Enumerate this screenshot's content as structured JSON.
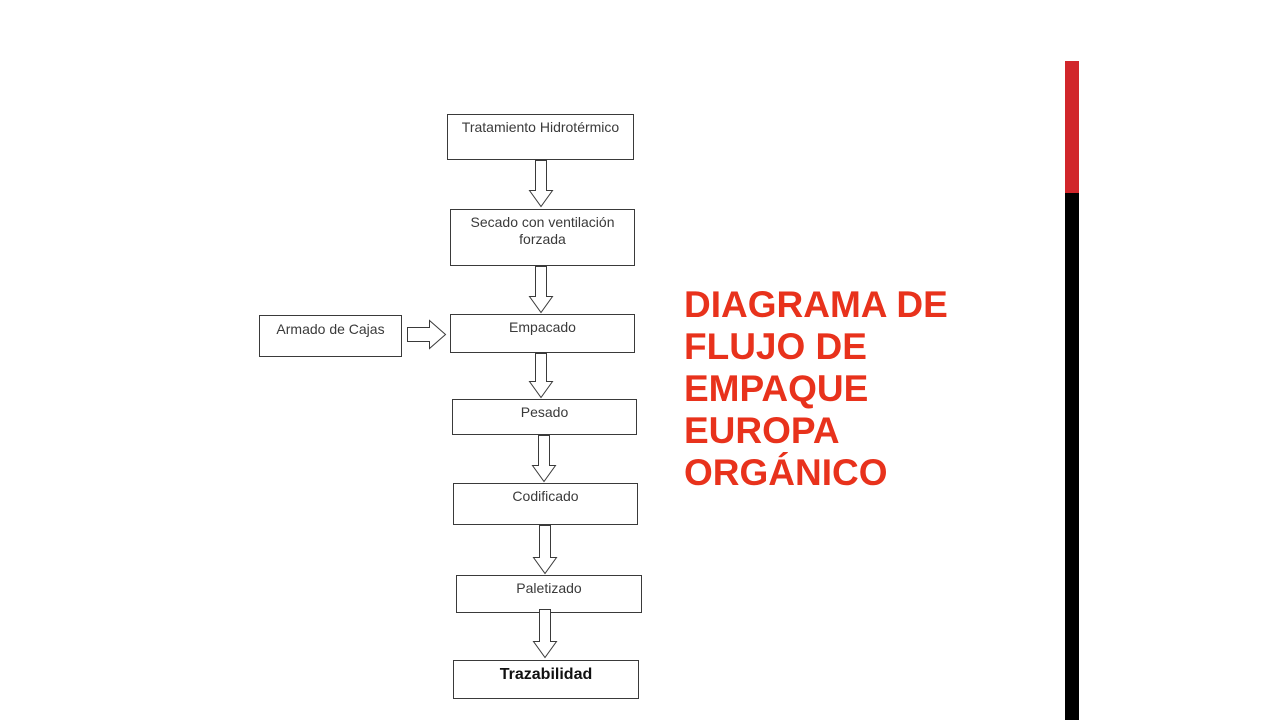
{
  "colors": {
    "title": "#e8321c",
    "accent_top": "#d1262b",
    "accent_bottom": "#000000",
    "box_border": "#3a3a3a"
  },
  "title_lines": [
    "DIAGRAMA DE",
    "FLUJO DE",
    "EMPAQUE",
    "EUROPA",
    "ORGÁNICO"
  ],
  "flow": {
    "steps": [
      "Tratamiento Hidrotérmico",
      "Secado con ventilación forzada",
      "Empacado",
      "Pesado",
      "Codificado",
      "Paletizado",
      "Trazabilidad"
    ],
    "side_input": "Armado de Cajas"
  }
}
